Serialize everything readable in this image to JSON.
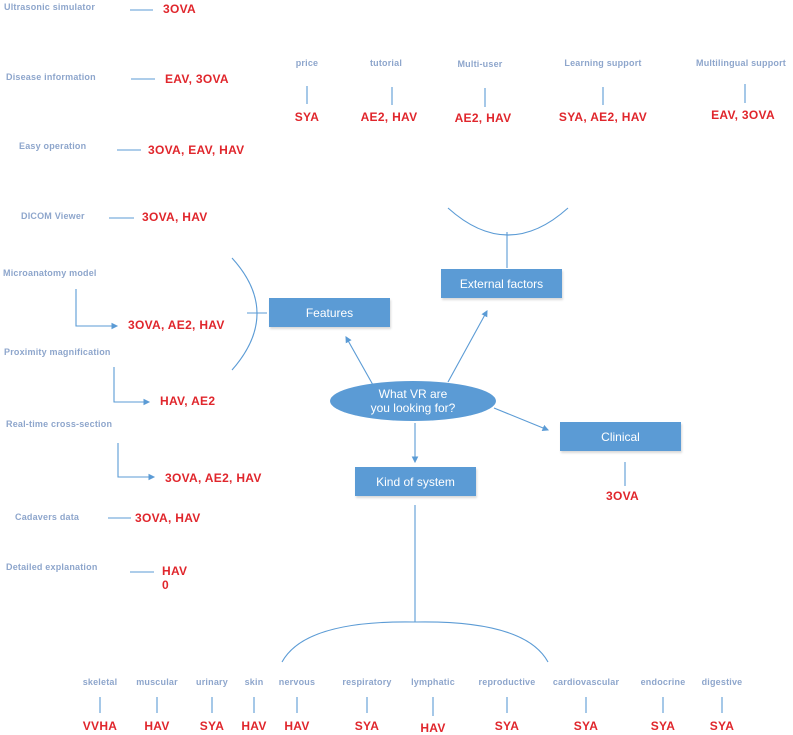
{
  "center": {
    "line1": "What VR are",
    "line2": "you looking for?"
  },
  "boxes": {
    "features": "Features",
    "external": "External factors",
    "clinical": "Clinical",
    "kind": "Kind of system"
  },
  "clinical_value": "3OVA",
  "features": [
    {
      "label": "Ultrasonic simulator",
      "value": "3OVA"
    },
    {
      "label": "Disease information",
      "value": "EAV, 3OVA"
    },
    {
      "label": "Easy operation",
      "value": "3OVA, EAV, HAV"
    },
    {
      "label": "DICOM Viewer",
      "value": "3OVA, HAV"
    },
    {
      "label": "Microanatomy model",
      "value": "3OVA, AE2, HAV"
    },
    {
      "label": "Proximity magnification",
      "value": "HAV, AE2"
    },
    {
      "label": "Real-time cross-section",
      "value": "3OVA, AE2, HAV"
    },
    {
      "label": "Cadavers data",
      "value": "3OVA, HAV"
    },
    {
      "label": "Detailed explanation",
      "value": "HAV",
      "value2": "0"
    }
  ],
  "external_factors": [
    {
      "label": "price",
      "value": "SYA"
    },
    {
      "label": "tutorial",
      "value": "AE2, HAV"
    },
    {
      "label": "Multi-user",
      "value": "AE2, HAV"
    },
    {
      "label": "Learning support",
      "value": "SYA, AE2, HAV"
    },
    {
      "label": "Multilingual support",
      "value": "EAV, 3OVA"
    }
  ],
  "systems": [
    {
      "label": "skeletal",
      "value": "VVHA"
    },
    {
      "label": "muscular",
      "value": "HAV"
    },
    {
      "label": "urinary",
      "value": "SYA"
    },
    {
      "label": "skin",
      "value": "HAV"
    },
    {
      "label": "nervous",
      "value": "HAV"
    },
    {
      "label": "respiratory",
      "value": "SYA"
    },
    {
      "label": "lymphatic",
      "value": "HAV"
    },
    {
      "label": "reproductive",
      "value": "SYA"
    },
    {
      "label": "cardiovascular",
      "value": "SYA"
    },
    {
      "label": "endocrine",
      "value": "SYA"
    },
    {
      "label": "digestive",
      "value": "SYA"
    }
  ],
  "colors": {
    "box": "#5b9bd5",
    "line": "#5b9bd5",
    "label": "#8ea6cc",
    "value": "#e0262c"
  }
}
